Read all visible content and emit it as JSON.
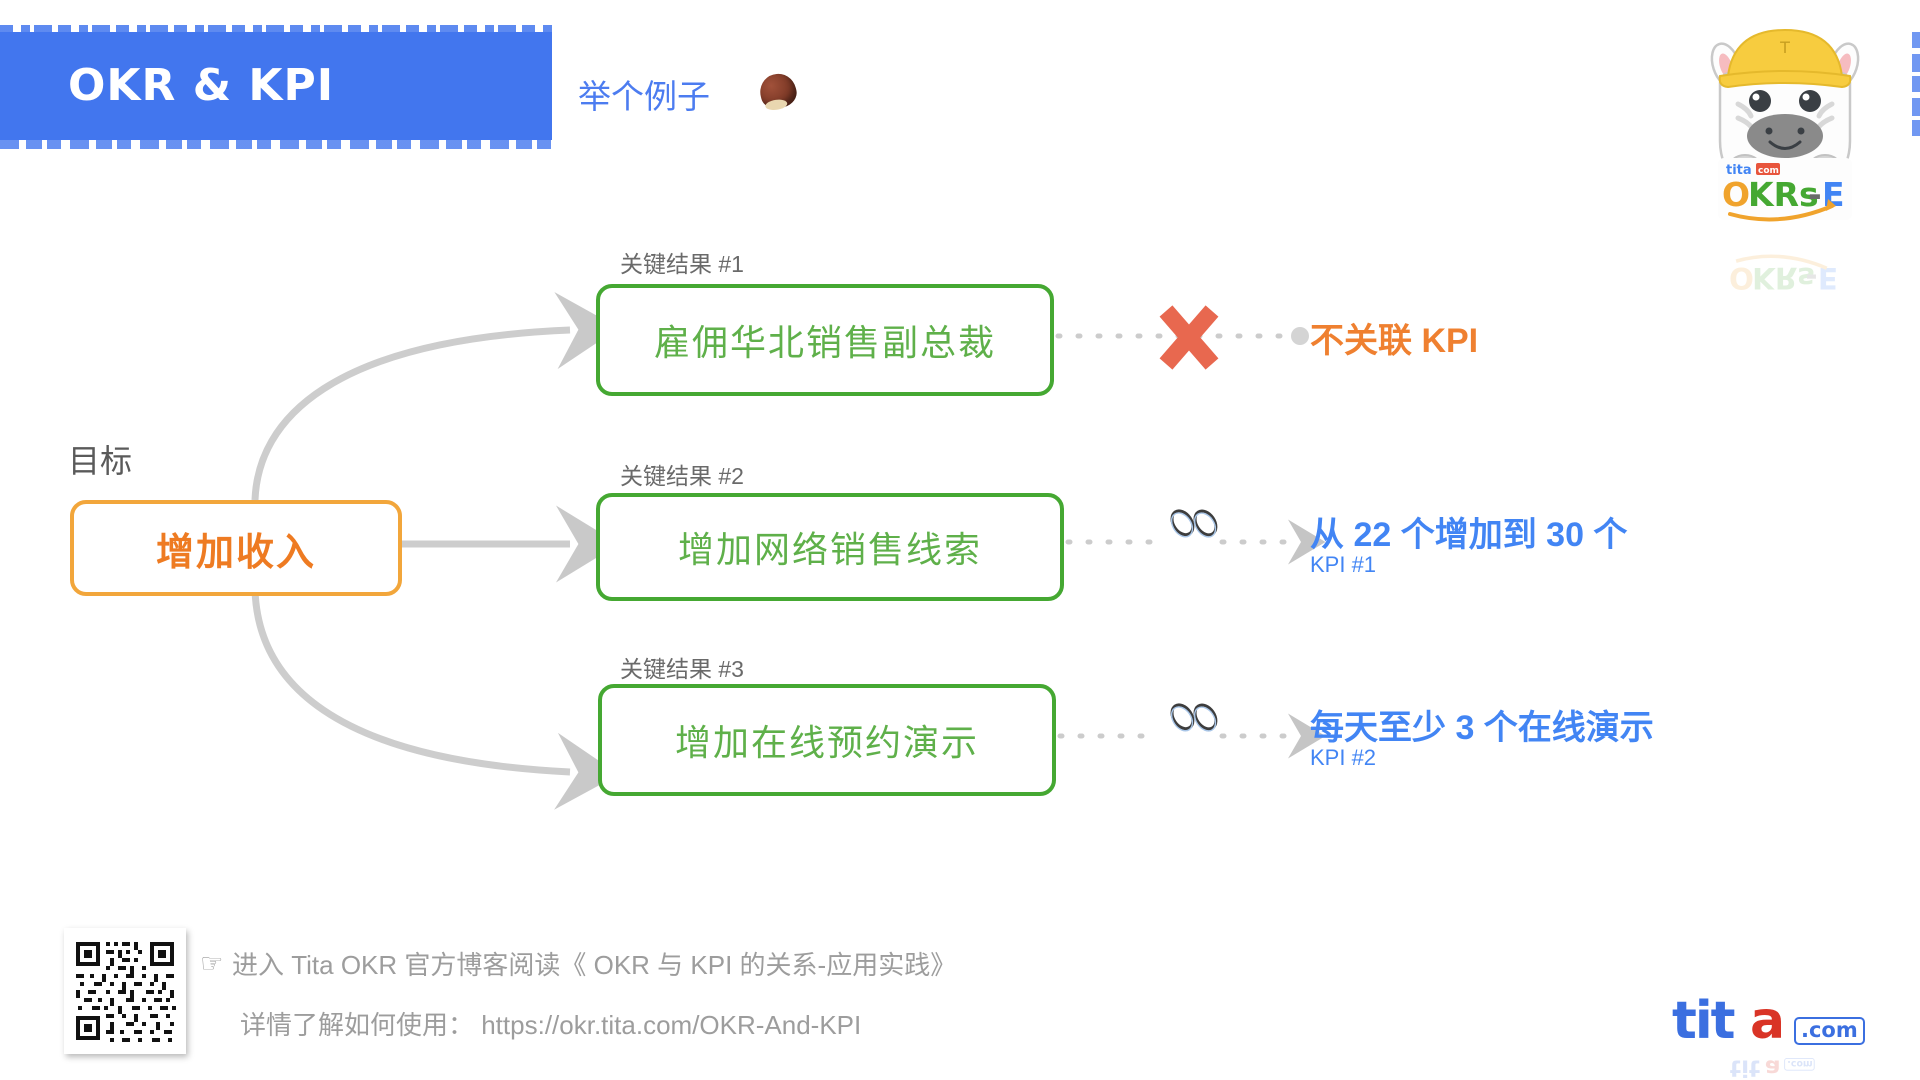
{
  "header": {
    "banner_title": "OKR & KPI",
    "example_label": "举个例子",
    "chestnut_icon": "chestnut-emoji"
  },
  "logo": {
    "brand_top": "tita.com",
    "brand_product": "OKRs-E",
    "cap_letter": "T",
    "mascot": "zebra-mascot-icon"
  },
  "objective": {
    "label": "目标",
    "text": "增加收入",
    "border_color": "#f2a63b",
    "text_color": "#ee7b22"
  },
  "key_results": [
    {
      "label": "关键结果 #1",
      "text": "雇佣华北销售副总裁",
      "link_icon": "cross-mark-icon",
      "kpi_main": "不关联 KPI",
      "kpi_sub": "",
      "kpi_color": "#ef8030",
      "linked": false
    },
    {
      "label": "关键结果 #2",
      "text": "增加网络销售线索",
      "link_icon": "chain-link-icon",
      "kpi_main": "从 22 个增加到 30 个",
      "kpi_sub": "KPI #1",
      "kpi_color": "#4285f4",
      "linked": true
    },
    {
      "label": "关键结果 #3",
      "text": "增加在线预约演示",
      "link_icon": "chain-link-icon",
      "kpi_main": "每天至少 3 个在线演示",
      "kpi_sub": "KPI #2",
      "kpi_color": "#4285f4",
      "linked": true
    }
  ],
  "footer": {
    "hand_icon": "☞",
    "line1": "进入 Tita OKR 官方博客阅读《 OKR 与 KPI  的关系-应用实践》",
    "line2": "详情了解如何使用： https://okr.tita.com/OKR-And-KPI",
    "qr_code": "qr-code-icon"
  },
  "brand_footer": {
    "tita_blue": "tit",
    "tita_red": "a",
    "com": ".com"
  },
  "colors": {
    "banner_blue": "#4276ee",
    "kr_green": "#45a832",
    "kr_text_green": "#5fb04a",
    "objective_orange": "#ee7b22",
    "kpi_blue": "#4285f4",
    "cross_red": "#e8684f",
    "connector_gray": "#cccccc"
  }
}
